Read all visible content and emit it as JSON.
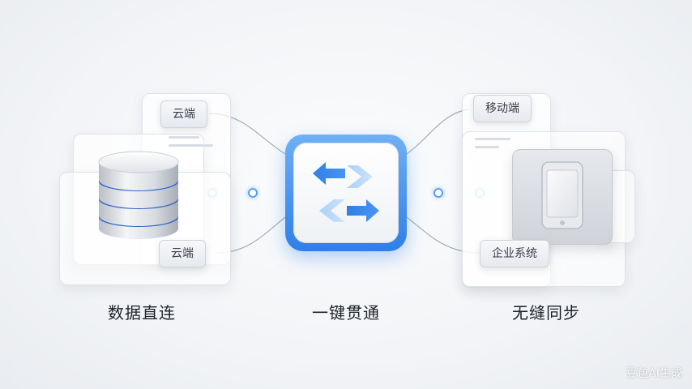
{
  "left": {
    "tag_top": "云端",
    "tag_bottom": "云端",
    "caption": "数据直连"
  },
  "center": {
    "caption": "一键贯通"
  },
  "right": {
    "tag_top": "移动端",
    "tag_bottom": "企业系统",
    "caption": "无缝同步"
  },
  "watermark": "豆包AI生成",
  "colors": {
    "accent": "#2f7fe8",
    "accent_light": "#6fb2f5",
    "glow": "#cfe3fb",
    "panel_border": "#dfe3e8"
  },
  "icons": [
    "database-icon",
    "swap-arrows-icon",
    "smartphone-icon"
  ]
}
